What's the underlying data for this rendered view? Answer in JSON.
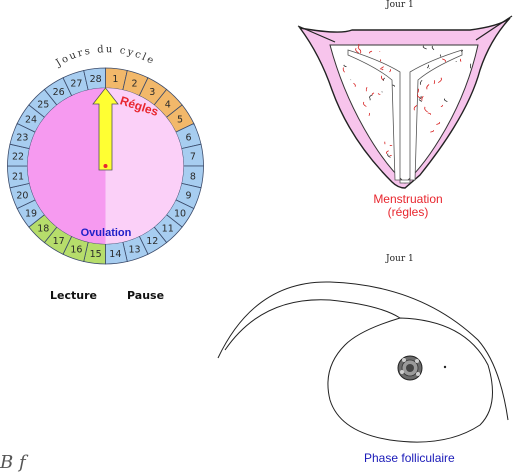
{
  "cycle_wheel": {
    "title": "Jours du cycle",
    "days": [
      "1",
      "2",
      "3",
      "4",
      "5",
      "6",
      "7",
      "8",
      "9",
      "10",
      "11",
      "12",
      "13",
      "14",
      "15",
      "16",
      "17",
      "18",
      "19",
      "20",
      "21",
      "22",
      "23",
      "24",
      "25",
      "26",
      "27",
      "28"
    ],
    "label_regles": "Régles",
    "label_ovulation": "Ovulation",
    "colors": {
      "menstruation_days": "#f2b86a",
      "normal_days": "#a7cdf0",
      "fertile_days": "#b6dd6b",
      "left_half": "#f69af0",
      "right_half": "#fbd0f8",
      "pointer": "#ffff33",
      "regles_text": "#e8262e",
      "ovulation_text": "#2020c8"
    }
  },
  "controls": {
    "play_label": "Lecture",
    "pause_label": "Pause"
  },
  "uterus_panel": {
    "title": "Jour 1",
    "caption_line1": "Menstruation",
    "caption_line2": "(régles)"
  },
  "ovary_panel": {
    "title": "Jour 1",
    "caption": "Phase folliculaire"
  },
  "logo_text": "B f"
}
